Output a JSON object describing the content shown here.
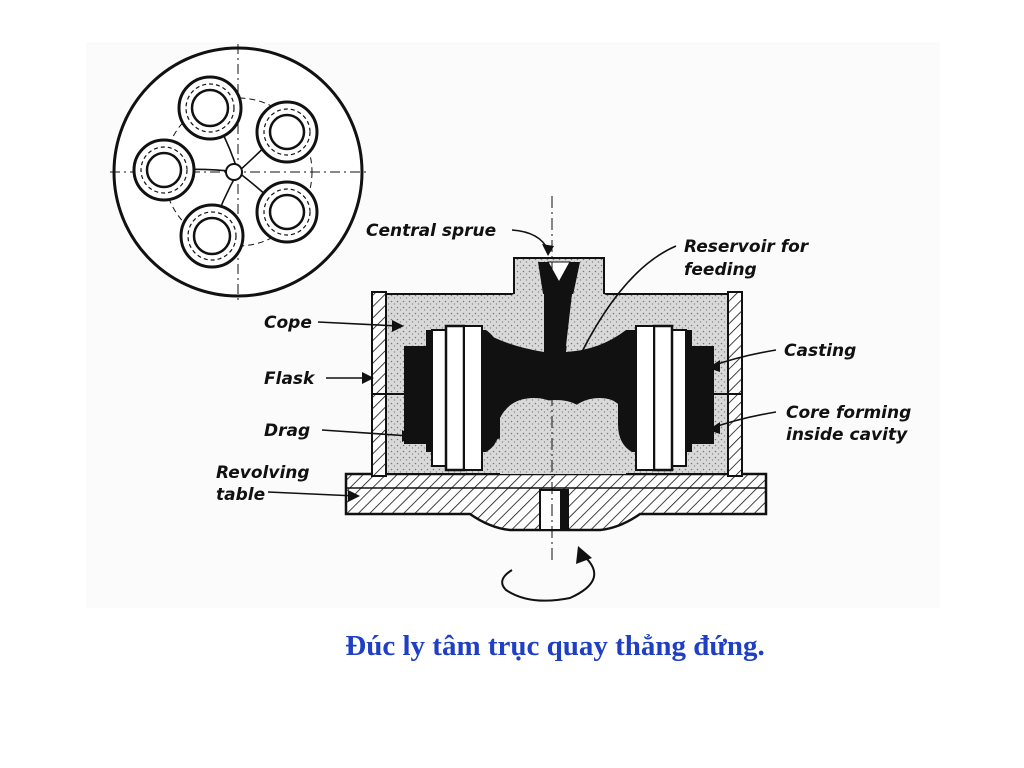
{
  "diagram": {
    "labels": {
      "central_sprue": "Central sprue",
      "reservoir_line1": "Reservoir for",
      "reservoir_line2": "feeding",
      "cope": "Cope",
      "flask": "Flask",
      "drag": "Drag",
      "revolving_line1": "Revolving",
      "revolving_line2": "table",
      "casting": "Casting",
      "core_line1": "Core forming",
      "core_line2": "inside cavity"
    },
    "colors": {
      "ink": "#111111",
      "sand": "#d6d6d6",
      "background": "#fbfbfb"
    }
  },
  "caption": "Đúc ly tâm trục quay thẳng đứng.",
  "colors": {
    "caption": "#1f3fc4"
  }
}
